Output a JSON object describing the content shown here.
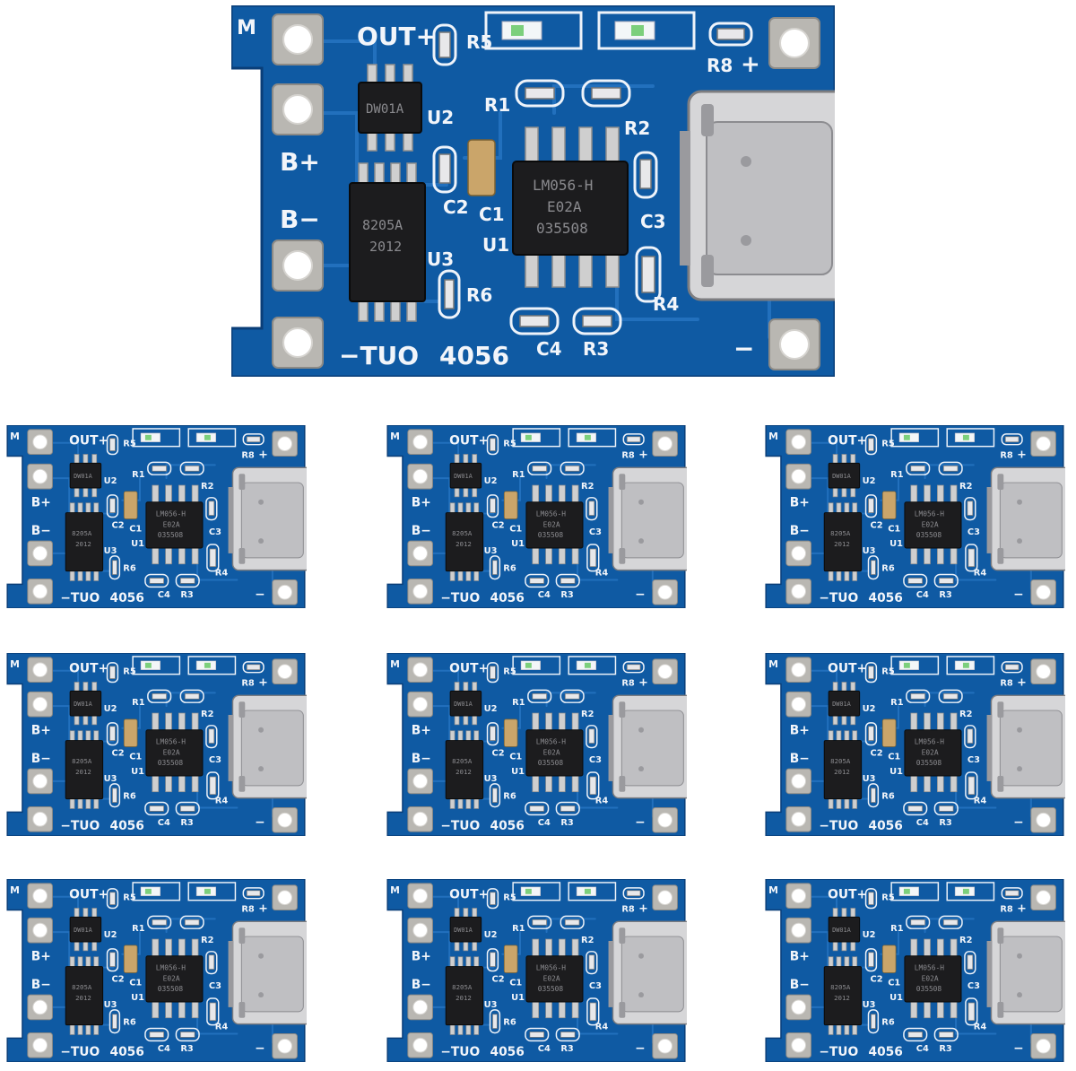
{
  "image": {
    "description_kind": "product photo",
    "board_count": 10,
    "colors": {
      "background": "#ffffff",
      "pcb": "#0f5aa3",
      "silkscreen": "#f2f5fa",
      "chip": "#1c1c1e",
      "usb_metal": "#d6d6d8",
      "pad": "#b9b7b2"
    }
  },
  "board": {
    "labels": {
      "m": "M",
      "out_plus": "OUT+",
      "b_plus": "B+",
      "b_minus": "B−",
      "out_minus": "−TUO",
      "model": "4056",
      "plus": "+",
      "minus": "−",
      "r1": "R1",
      "r2": "R2",
      "r3": "R3",
      "r4": "R4",
      "r5": "R5",
      "r6": "R6",
      "r8": "R8",
      "c1": "C1",
      "c2": "C2",
      "c3": "C3",
      "c4": "C4",
      "u1": "U1",
      "u2": "U2",
      "u3": "U3"
    },
    "chip_main": [
      "LM056-H",
      "E02A",
      "035508"
    ],
    "chip_protect": [
      "8205A",
      "2012"
    ],
    "chip_small": "DW01A",
    "icons": [
      "usb-c-connector-icon",
      "solder-pad-icon",
      "led-indicator-icon"
    ]
  }
}
